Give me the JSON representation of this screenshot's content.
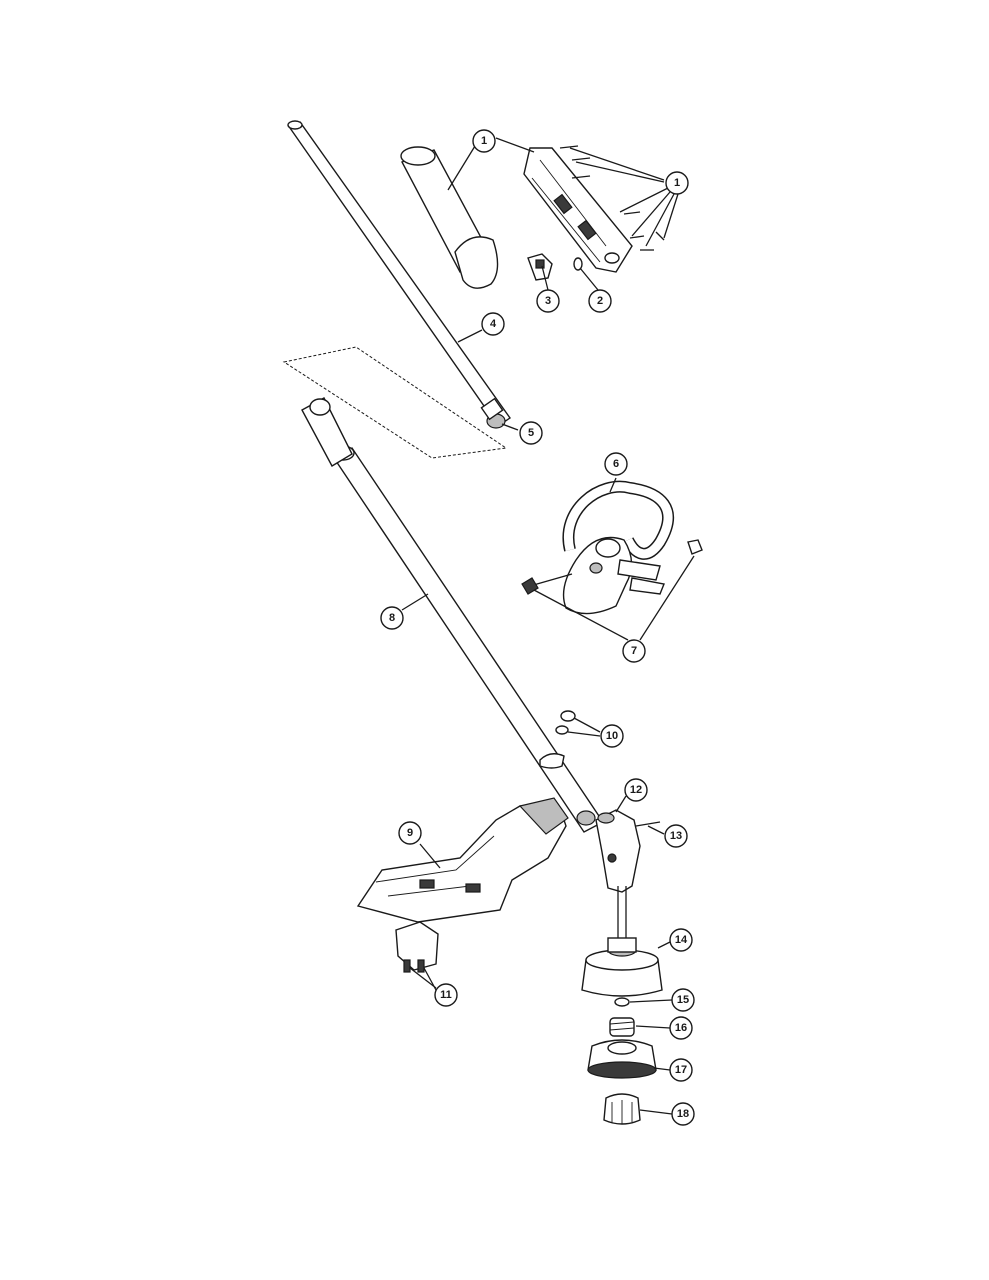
{
  "callouts": [
    {
      "number": "1"
    },
    {
      "number": "1"
    },
    {
      "number": "2"
    },
    {
      "number": "3"
    },
    {
      "number": "4"
    },
    {
      "number": "5"
    },
    {
      "number": "6"
    },
    {
      "number": "7"
    },
    {
      "number": "8"
    },
    {
      "number": "9"
    },
    {
      "number": "10"
    },
    {
      "number": "11"
    },
    {
      "number": "12"
    },
    {
      "number": "13"
    },
    {
      "number": "14"
    },
    {
      "number": "15"
    },
    {
      "number": "16"
    },
    {
      "number": "17"
    },
    {
      "number": "18"
    }
  ]
}
